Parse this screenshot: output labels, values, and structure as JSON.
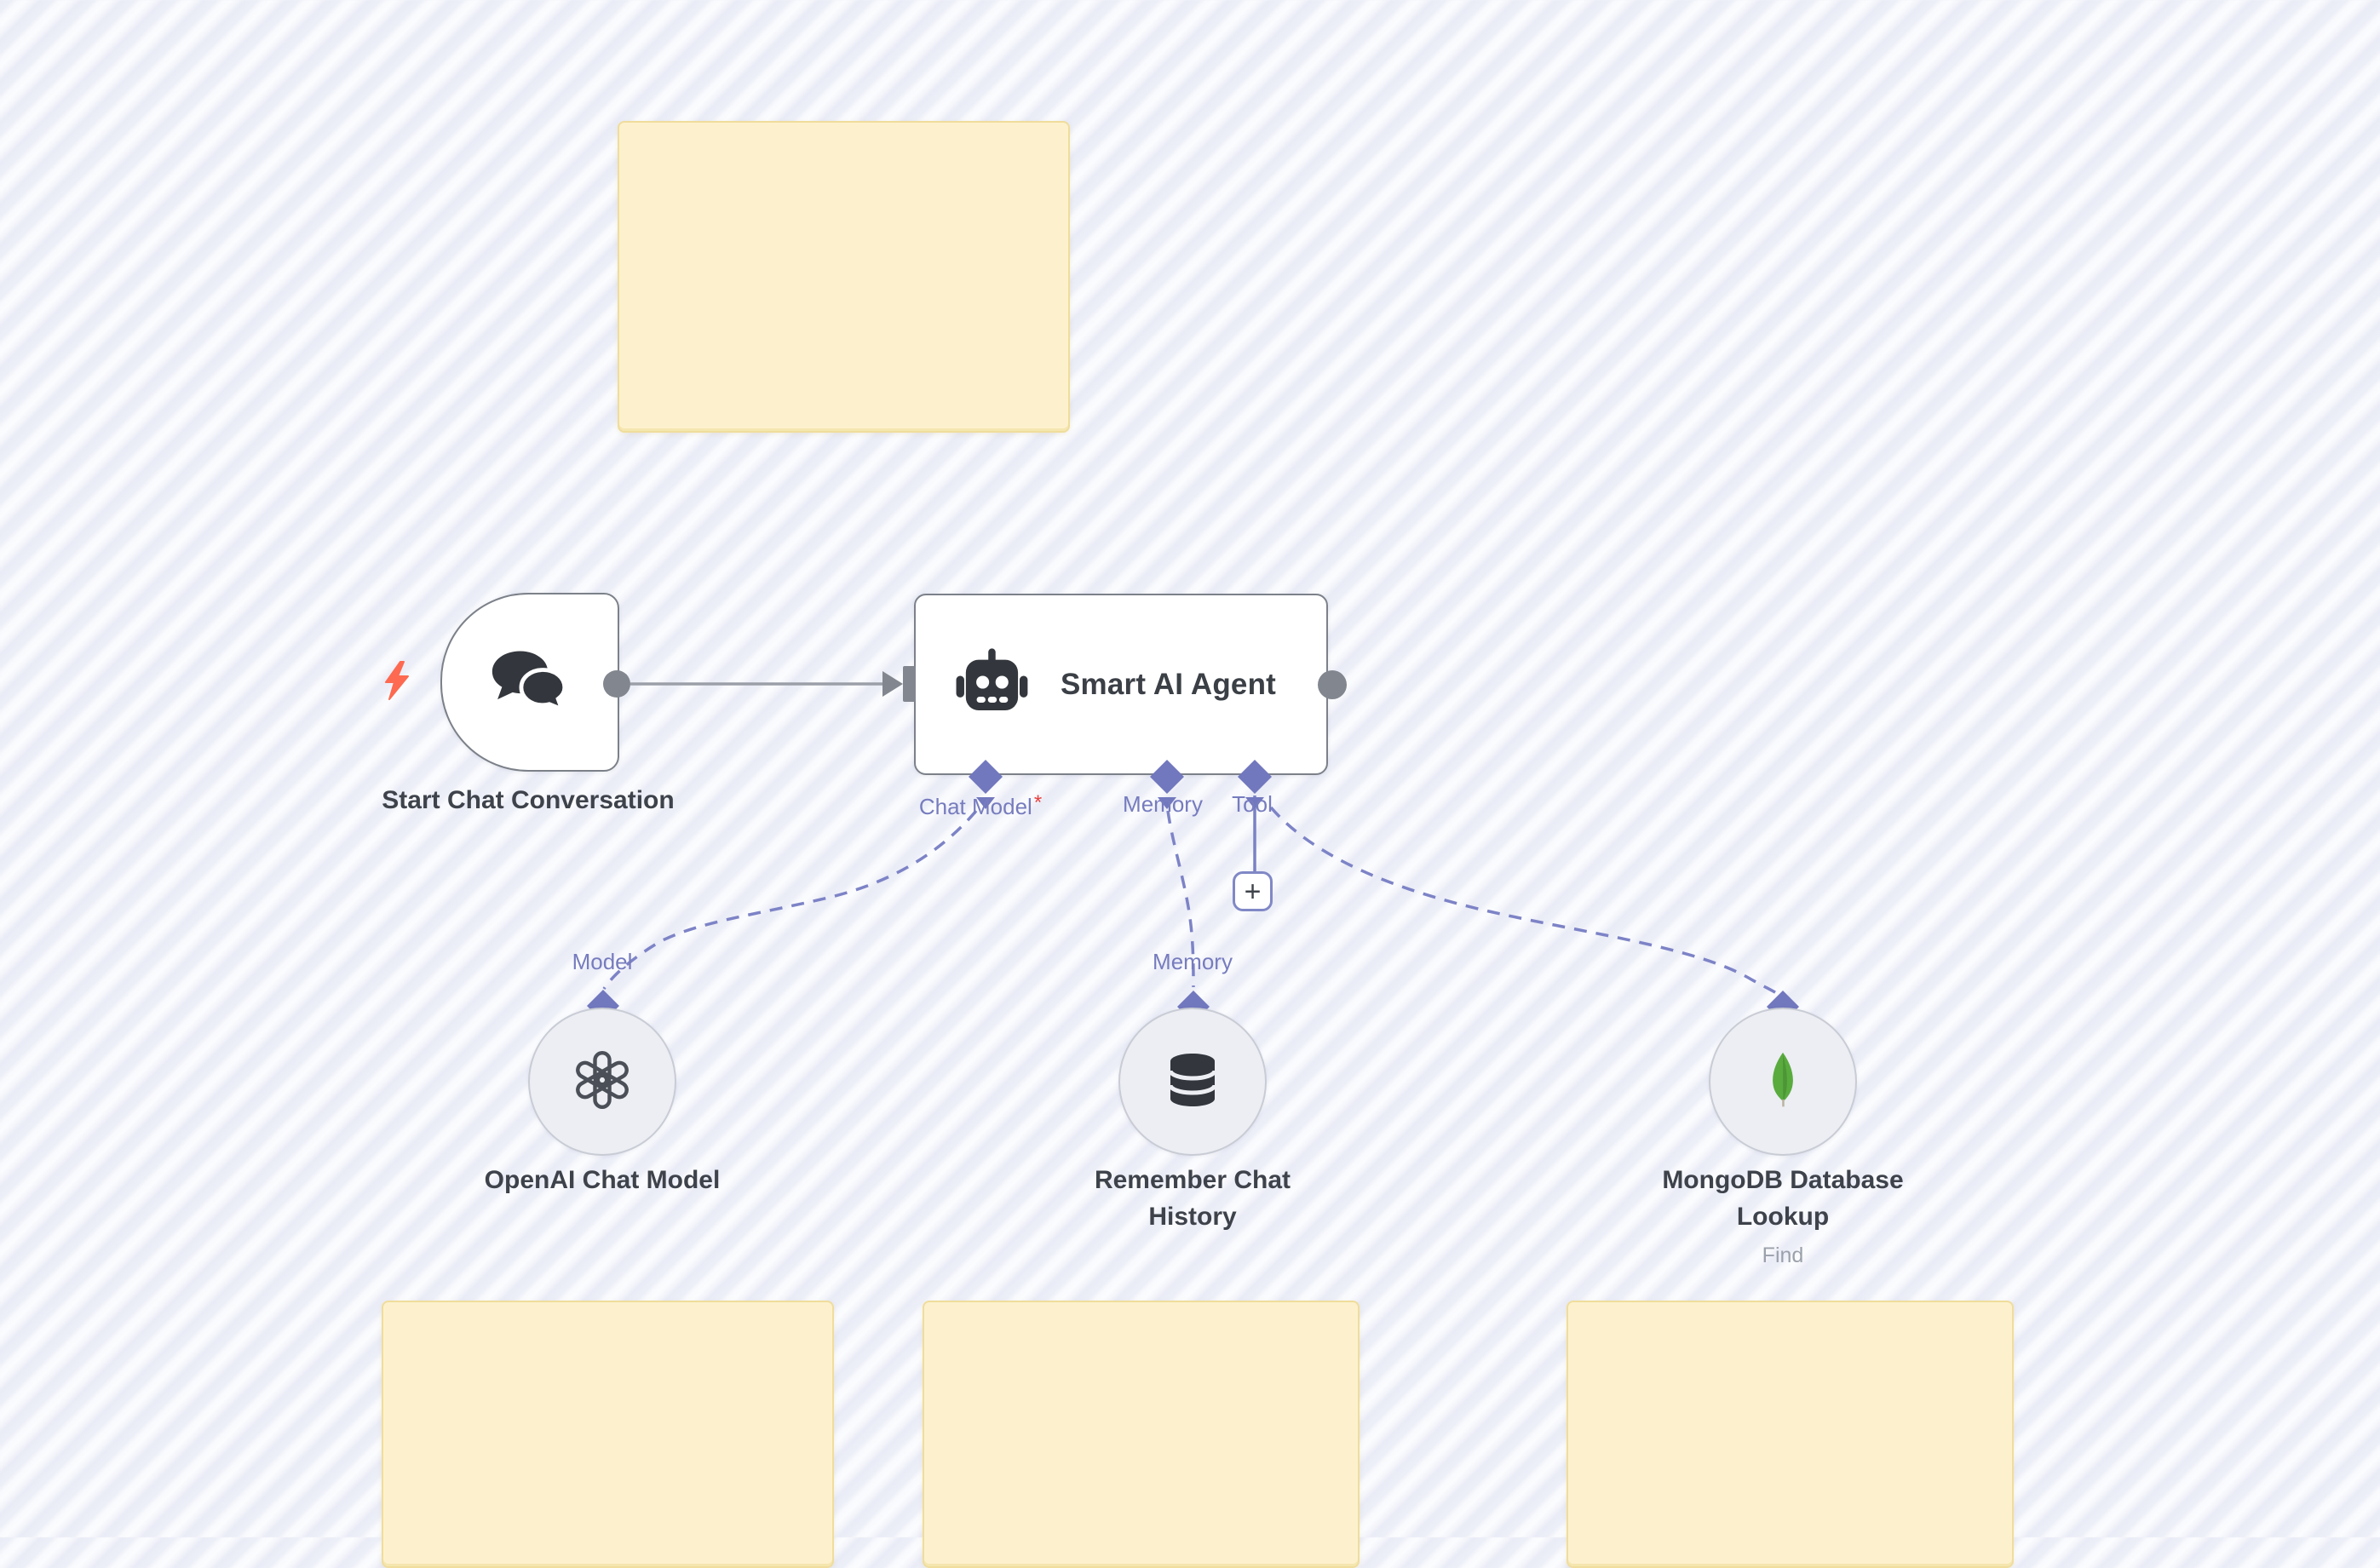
{
  "workflow": {
    "trigger": {
      "label": "Start Chat Conversation"
    },
    "agent": {
      "title": "Smart AI Agent",
      "ports": {
        "chat_model": {
          "label": "Chat Model",
          "required_marker": "*"
        },
        "memory": {
          "label": "Memory"
        },
        "tool": {
          "label": "Tool"
        }
      }
    },
    "openai_node": {
      "port_label": "Model",
      "label": "OpenAI Chat Model"
    },
    "memory_node": {
      "port_label": "Memory",
      "label": "Remember Chat History"
    },
    "mongo_node": {
      "label": "MongoDB Database Lookup",
      "subtitle": "Find"
    },
    "add_tool_button": {
      "label": "+"
    }
  },
  "colors": {
    "accent_purple": "#767CBE",
    "dashed_wire": "#7D83C6",
    "wire_gray": "#9BA0A8",
    "endpoint_gray": "#82868E",
    "node_border": "#7C8189",
    "icon_dark": "#33373D",
    "trigger_bolt": "#FD6A51",
    "required_red": "#E8403E",
    "mongo_green": "#59AB3E",
    "sticky_fill": "#FDF1CD",
    "sticky_border": "#F0DD9C",
    "circle_fill": "#ECEEF3",
    "circle_border": "#C9CCD5"
  }
}
